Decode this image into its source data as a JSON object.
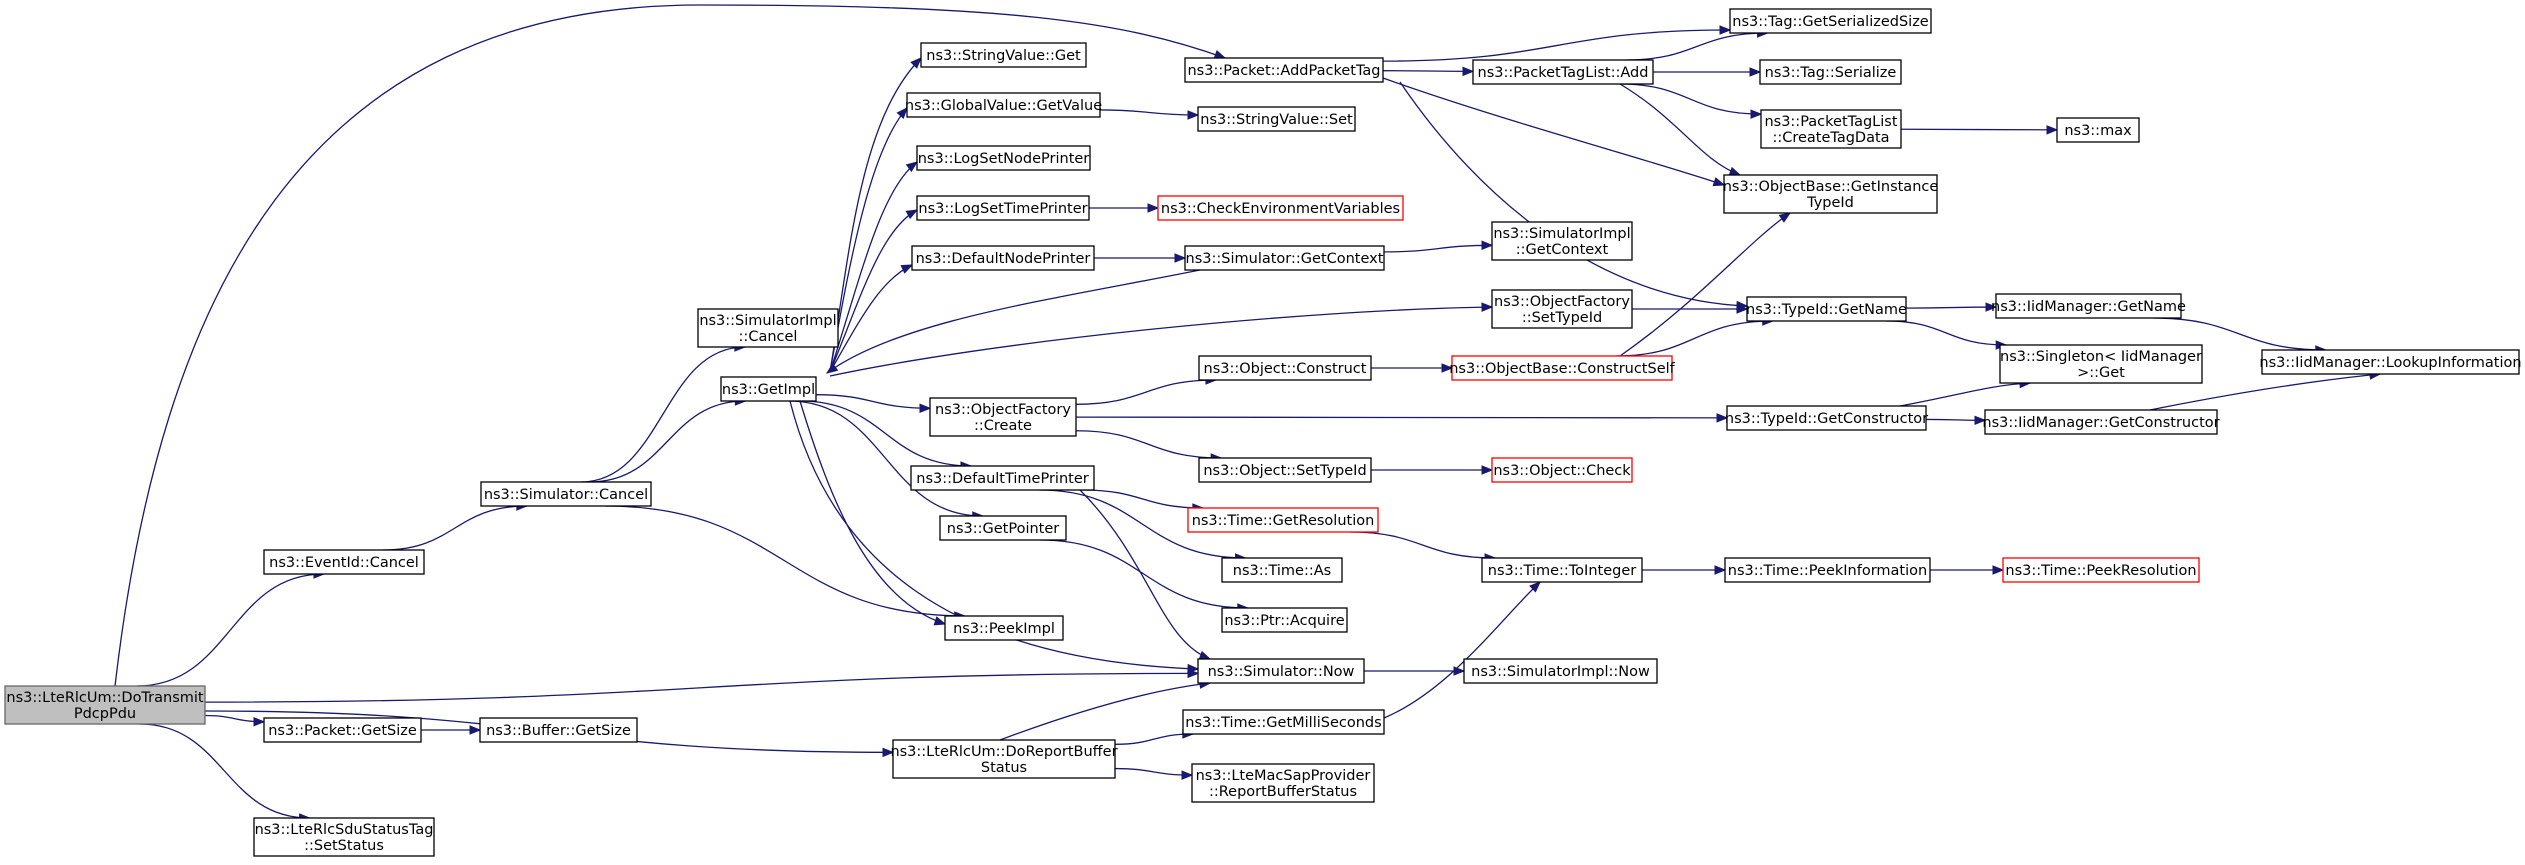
{
  "diagram": {
    "nodes": [
      {
        "id": "root",
        "lines": [
          "ns3::LteRlcUm::DoTransmit",
          "PdcpPdu"
        ],
        "style": "root"
      },
      {
        "id": "eventid_cancel",
        "lines": [
          "ns3::EventId::Cancel"
        ]
      },
      {
        "id": "packet_getsize",
        "lines": [
          "ns3::Packet::GetSize"
        ]
      },
      {
        "id": "buffer_getsize",
        "lines": [
          "ns3::Buffer::GetSize"
        ]
      },
      {
        "id": "sdutag_setstatus",
        "lines": [
          "ns3::LteRlcSduStatusTag",
          "::SetStatus"
        ]
      },
      {
        "id": "sim_cancel",
        "lines": [
          "ns3::Simulator::Cancel"
        ]
      },
      {
        "id": "simimpl_cancel",
        "lines": [
          "ns3::SimulatorImpl",
          "::Cancel"
        ]
      },
      {
        "id": "getimpl",
        "lines": [
          "ns3::GetImpl"
        ]
      },
      {
        "id": "peekimpl",
        "lines": [
          "ns3::PeekImpl"
        ]
      },
      {
        "id": "stringvalue_get",
        "lines": [
          "ns3::StringValue::Get"
        ]
      },
      {
        "id": "globalvalue_getvalue",
        "lines": [
          "ns3::GlobalValue::GetValue"
        ]
      },
      {
        "id": "stringvalue_set",
        "lines": [
          "ns3::StringValue::Set"
        ]
      },
      {
        "id": "logsetnodeprinter",
        "lines": [
          "ns3::LogSetNodePrinter"
        ]
      },
      {
        "id": "logsettimeprinter",
        "lines": [
          "ns3::LogSetTimePrinter"
        ]
      },
      {
        "id": "checkenv",
        "lines": [
          "ns3::CheckEnvironmentVariables"
        ],
        "style": "red"
      },
      {
        "id": "defaultnodeprinter",
        "lines": [
          "ns3::DefaultNodePrinter"
        ]
      },
      {
        "id": "sim_getcontext",
        "lines": [
          "ns3::Simulator::GetContext"
        ]
      },
      {
        "id": "simimpl_getcontext",
        "lines": [
          "ns3::SimulatorImpl",
          "::GetContext"
        ]
      },
      {
        "id": "objfactory_create",
        "lines": [
          "ns3::ObjectFactory",
          "::Create"
        ]
      },
      {
        "id": "defaulttimeprinter",
        "lines": [
          "ns3::DefaultTimePrinter"
        ]
      },
      {
        "id": "getpointer",
        "lines": [
          "ns3::GetPointer"
        ]
      },
      {
        "id": "packet_addpackettag",
        "lines": [
          "ns3::Packet::AddPacketTag"
        ]
      },
      {
        "id": "tag_getserializedsize",
        "lines": [
          "ns3::Tag::GetSerializedSize"
        ]
      },
      {
        "id": "packettaglist_add",
        "lines": [
          "ns3::PacketTagList::Add"
        ]
      },
      {
        "id": "tag_serialize",
        "lines": [
          "ns3::Tag::Serialize"
        ]
      },
      {
        "id": "packettaglist_createtagdata",
        "lines": [
          "ns3::PacketTagList",
          "::CreateTagData"
        ]
      },
      {
        "id": "max",
        "lines": [
          "ns3::max"
        ]
      },
      {
        "id": "objectbase_getinstancetypeid",
        "lines": [
          "ns3::ObjectBase::GetInstance",
          "TypeId"
        ]
      },
      {
        "id": "objfactory_settypeid",
        "lines": [
          "ns3::ObjectFactory",
          "::SetTypeId"
        ]
      },
      {
        "id": "typeid_getname",
        "lines": [
          "ns3::TypeId::GetName"
        ]
      },
      {
        "id": "iidmanager_getname",
        "lines": [
          "ns3::IidManager::GetName"
        ]
      },
      {
        "id": "iidmanager_lookupinfo",
        "lines": [
          "ns3::IidManager::LookupInformation"
        ]
      },
      {
        "id": "singleton_get",
        "lines": [
          "ns3::Singleton< IidManager",
          " >::Get"
        ]
      },
      {
        "id": "object_construct",
        "lines": [
          "ns3::Object::Construct"
        ]
      },
      {
        "id": "objectbase_constructself",
        "lines": [
          "ns3::ObjectBase::ConstructSelf"
        ],
        "style": "red"
      },
      {
        "id": "typeid_getconstructor",
        "lines": [
          "ns3::TypeId::GetConstructor"
        ]
      },
      {
        "id": "iidmanager_getconstructor",
        "lines": [
          "ns3::IidManager::GetConstructor"
        ]
      },
      {
        "id": "object_settypeid",
        "lines": [
          "ns3::Object::SetTypeId"
        ]
      },
      {
        "id": "object_check",
        "lines": [
          "ns3::Object::Check"
        ],
        "style": "red"
      },
      {
        "id": "time_getresolution",
        "lines": [
          "ns3::Time::GetResolution"
        ],
        "style": "red"
      },
      {
        "id": "time_as",
        "lines": [
          "ns3::Time::As"
        ]
      },
      {
        "id": "ptr_acquire",
        "lines": [
          "ns3::Ptr::Acquire"
        ]
      },
      {
        "id": "time_tointeger",
        "lines": [
          "ns3::Time::ToInteger"
        ]
      },
      {
        "id": "time_peekinformation",
        "lines": [
          "ns3::Time::PeekInformation"
        ]
      },
      {
        "id": "time_peekresolution",
        "lines": [
          "ns3::Time::PeekResolution"
        ],
        "style": "red"
      },
      {
        "id": "sim_now",
        "lines": [
          "ns3::Simulator::Now"
        ]
      },
      {
        "id": "simimpl_now",
        "lines": [
          "ns3::SimulatorImpl::Now"
        ]
      },
      {
        "id": "lterlcum_doreportbufferstatus",
        "lines": [
          "ns3::LteRlcUm::DoReportBuffer",
          "Status"
        ]
      },
      {
        "id": "time_getmilliseconds",
        "lines": [
          "ns3::Time::GetMilliSeconds"
        ]
      },
      {
        "id": "ltemacsap_reportbufferstatus",
        "lines": [
          "ns3::LteMacSapProvider",
          "::ReportBufferStatus"
        ]
      }
    ],
    "edges": [
      [
        "root",
        "eventid_cancel"
      ],
      [
        "root",
        "packet_addpackettag"
      ],
      [
        "root",
        "sim_now"
      ],
      [
        "root",
        "packet_getsize"
      ],
      [
        "root",
        "lterlcum_doreportbufferstatus"
      ],
      [
        "root",
        "sdutag_setstatus"
      ],
      [
        "eventid_cancel",
        "sim_cancel"
      ],
      [
        "sim_cancel",
        "simimpl_cancel"
      ],
      [
        "sim_cancel",
        "getimpl"
      ],
      [
        "sim_cancel",
        "peekimpl"
      ],
      [
        "packet_getsize",
        "buffer_getsize"
      ],
      [
        "getimpl",
        "stringvalue_get"
      ],
      [
        "getimpl",
        "globalvalue_getvalue"
      ],
      [
        "getimpl",
        "logsetnodeprinter"
      ],
      [
        "getimpl",
        "logsettimeprinter"
      ],
      [
        "getimpl",
        "defaultnodeprinter"
      ],
      [
        "getimpl",
        "objfactory_settypeid"
      ],
      [
        "getimpl",
        "objfactory_create"
      ],
      [
        "getimpl",
        "defaulttimeprinter"
      ],
      [
        "getimpl",
        "getpointer"
      ],
      [
        "getimpl",
        "peekimpl"
      ],
      [
        "getimpl",
        "sim_now"
      ],
      [
        "sim_getcontext",
        "getimpl"
      ],
      [
        "globalvalue_getvalue",
        "stringvalue_set"
      ],
      [
        "logsettimeprinter",
        "checkenv"
      ],
      [
        "defaultnodeprinter",
        "sim_getcontext"
      ],
      [
        "sim_getcontext",
        "simimpl_getcontext"
      ],
      [
        "objfactory_create",
        "object_construct"
      ],
      [
        "objfactory_create",
        "typeid_getconstructor"
      ],
      [
        "objfactory_create",
        "object_settypeid"
      ],
      [
        "defaulttimeprinter",
        "time_getresolution"
      ],
      [
        "defaulttimeprinter",
        "time_as"
      ],
      [
        "defaulttimeprinter",
        "sim_now"
      ],
      [
        "getpointer",
        "ptr_acquire"
      ],
      [
        "packet_addpackettag",
        "tag_getserializedsize"
      ],
      [
        "packet_addpackettag",
        "packettaglist_add"
      ],
      [
        "packet_addpackettag",
        "objectbase_getinstancetypeid"
      ],
      [
        "packet_addpackettag",
        "typeid_getname"
      ],
      [
        "packettaglist_add",
        "tag_getserializedsize"
      ],
      [
        "packettaglist_add",
        "tag_serialize"
      ],
      [
        "packettaglist_add",
        "packettaglist_createtagdata"
      ],
      [
        "packettaglist_add",
        "objectbase_getinstancetypeid"
      ],
      [
        "packettaglist_createtagdata",
        "max"
      ],
      [
        "objfactory_settypeid",
        "typeid_getname"
      ],
      [
        "typeid_getname",
        "iidmanager_getname"
      ],
      [
        "typeid_getname",
        "singleton_get"
      ],
      [
        "iidmanager_getname",
        "iidmanager_lookupinfo"
      ],
      [
        "object_construct",
        "objectbase_constructself"
      ],
      [
        "objectbase_constructself",
        "typeid_getname"
      ],
      [
        "objectbase_constructself",
        "objectbase_getinstancetypeid"
      ],
      [
        "typeid_getconstructor",
        "singleton_get"
      ],
      [
        "typeid_getconstructor",
        "iidmanager_getconstructor"
      ],
      [
        "iidmanager_getconstructor",
        "iidmanager_lookupinfo"
      ],
      [
        "object_settypeid",
        "object_check"
      ],
      [
        "time_getresolution",
        "time_tointeger"
      ],
      [
        "time_getmilliseconds",
        "time_tointeger"
      ],
      [
        "time_tointeger",
        "time_peekinformation"
      ],
      [
        "time_peekinformation",
        "time_peekresolution"
      ],
      [
        "sim_now",
        "simimpl_now"
      ],
      [
        "lterlcum_doreportbufferstatus",
        "sim_now"
      ],
      [
        "lterlcum_doreportbufferstatus",
        "time_getmilliseconds"
      ],
      [
        "lterlcum_doreportbufferstatus",
        "ltemacsap_reportbufferstatus"
      ]
    ]
  }
}
